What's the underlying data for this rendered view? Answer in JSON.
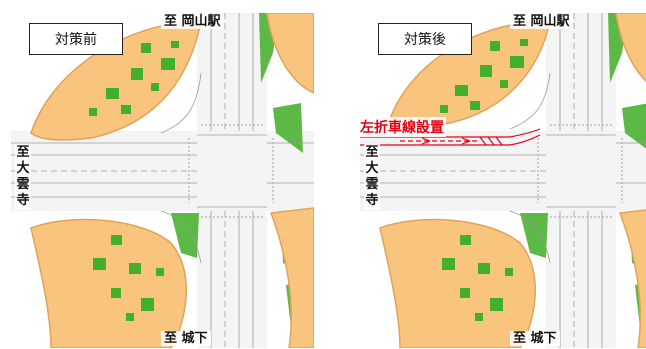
{
  "panels": [
    {
      "label": "対策前",
      "north": "至 岡山駅",
      "south": "至 城下",
      "west": [
        "至",
        "大",
        "雲",
        "寺"
      ],
      "annotation": ""
    },
    {
      "label": "対策後",
      "north": "至 岡山駅",
      "south": "至 城下",
      "west": [
        "至",
        "大",
        "雲",
        "寺"
      ],
      "annotation": "左折車線設置"
    }
  ],
  "colors": {
    "island_fill": "#f8c47e",
    "island_edge": "#e2a25a",
    "tree": "#43b02a",
    "greenbelt": "#5cb946",
    "road": "#f4f4f4",
    "lane_mark": "#9a9a9a",
    "new_lane": "#e60012"
  }
}
